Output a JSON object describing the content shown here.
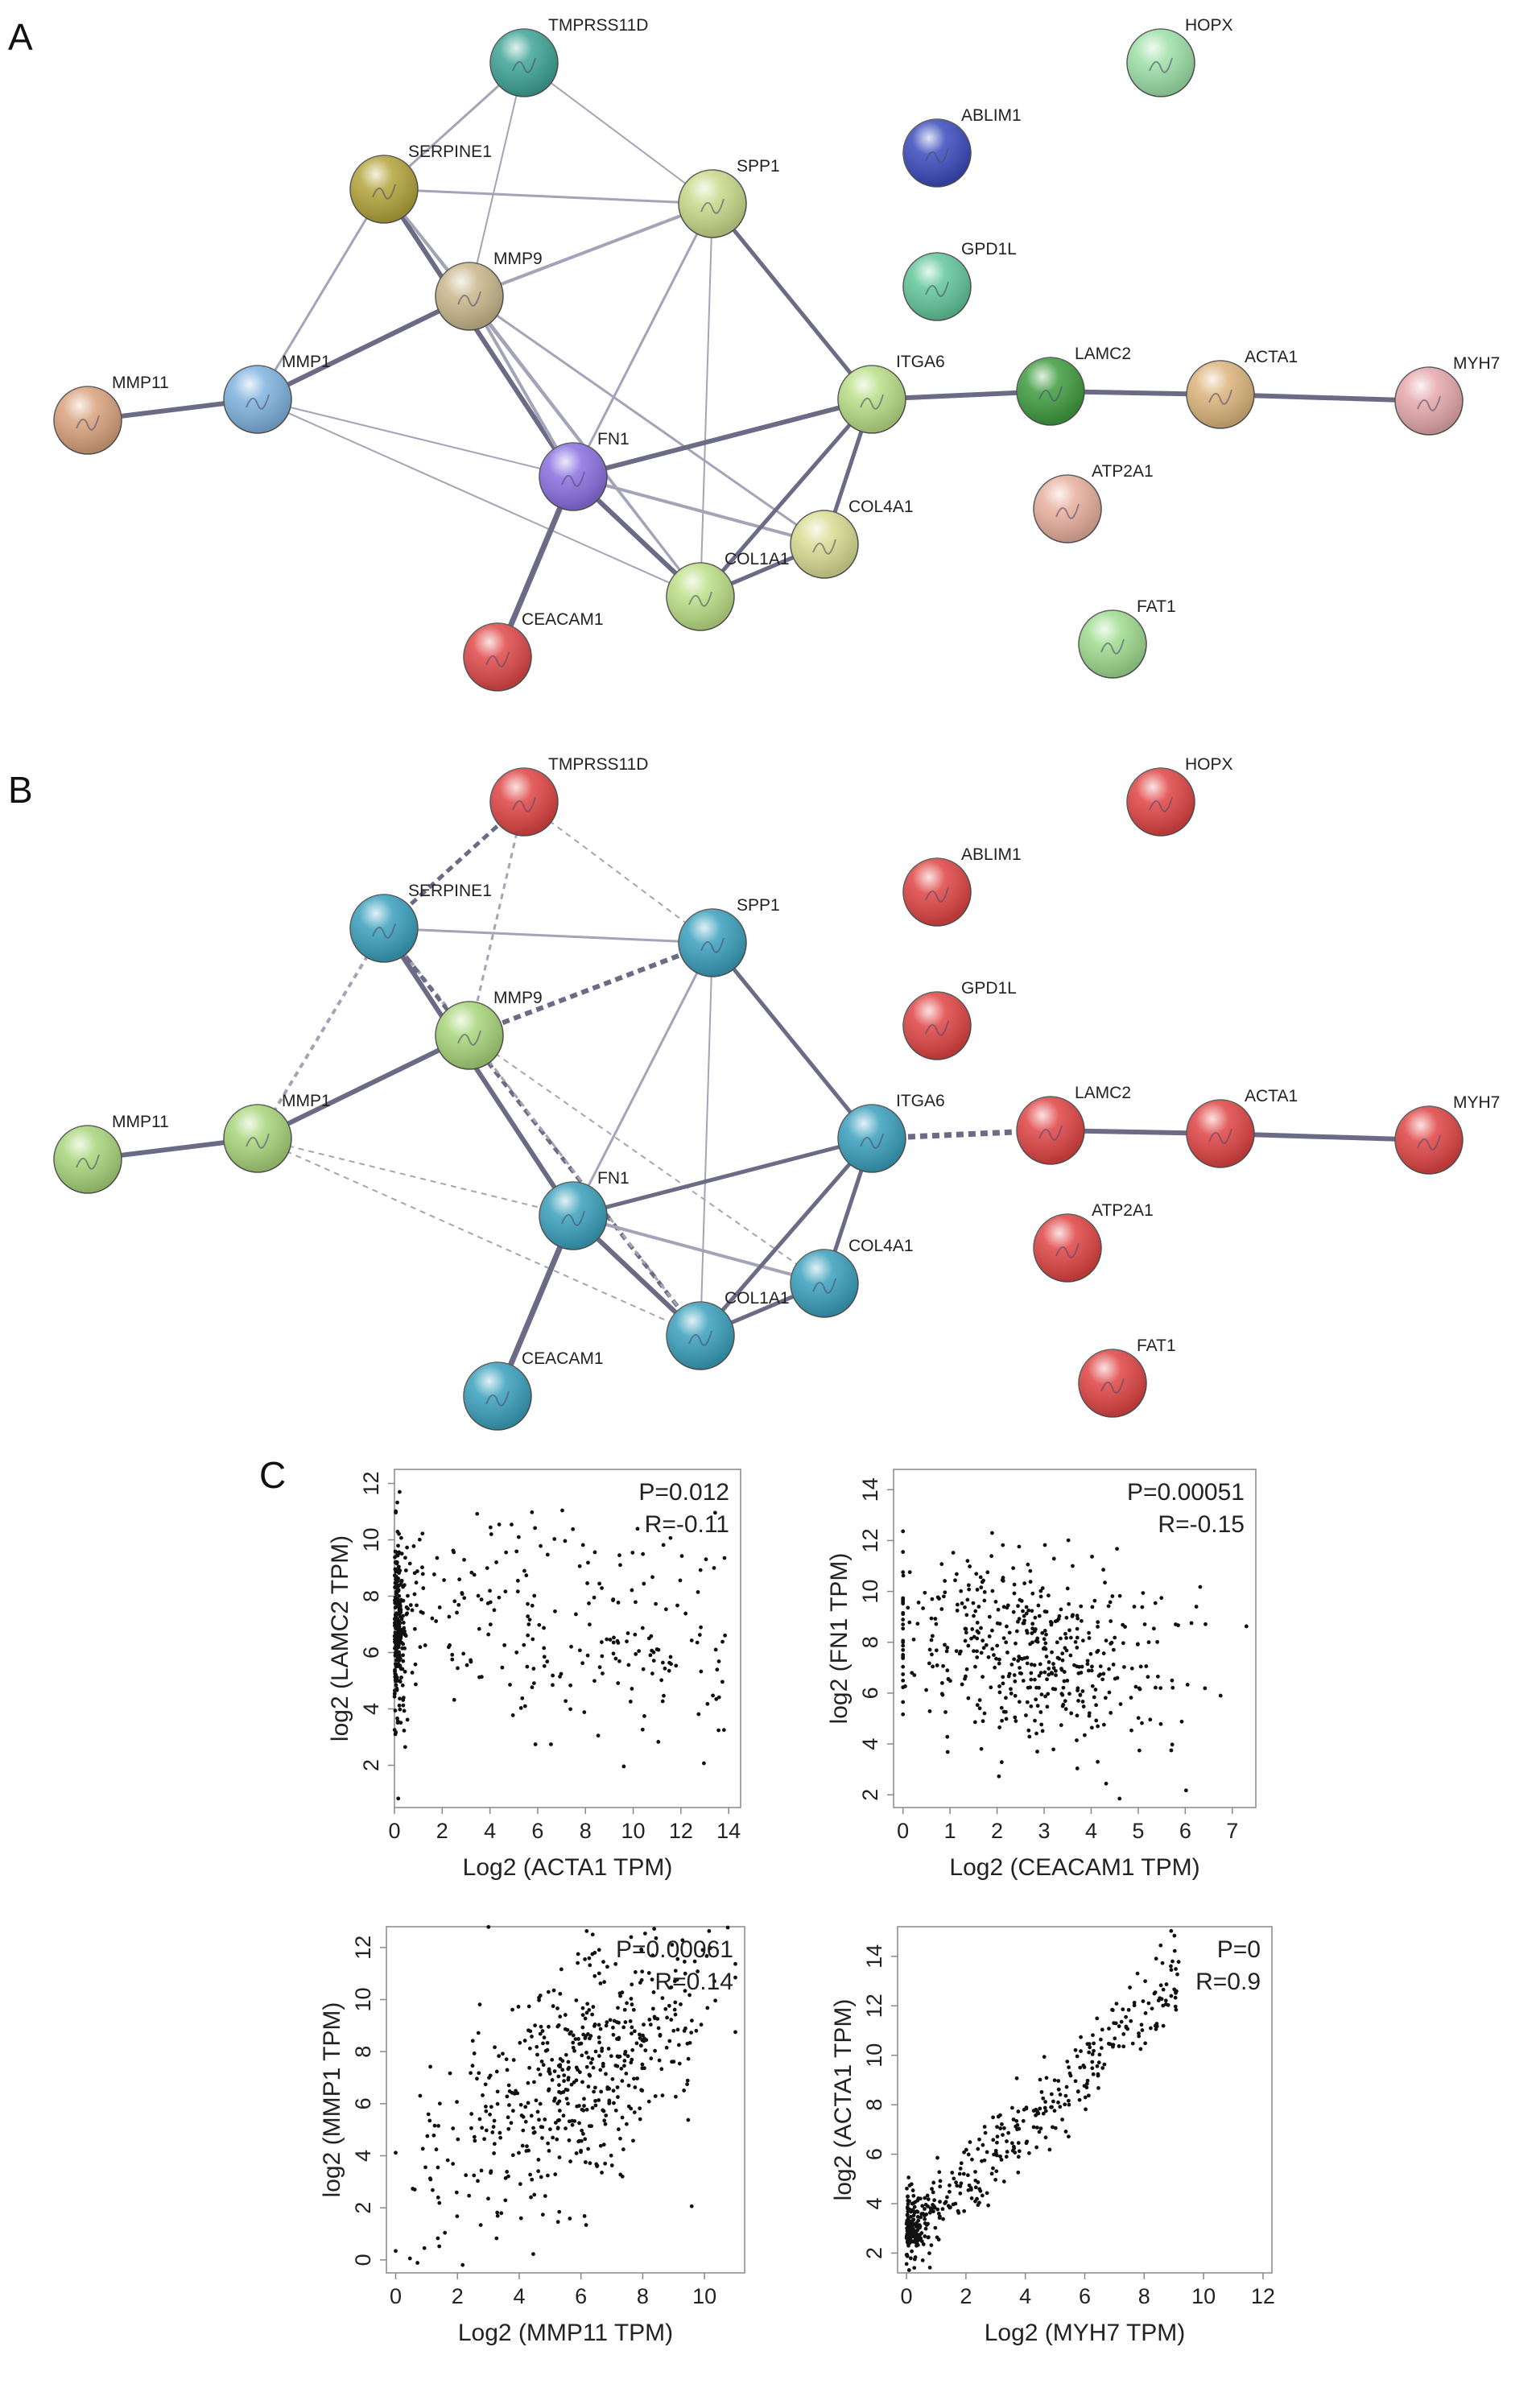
{
  "panels": {
    "a": "A",
    "b": "B",
    "c": "C"
  },
  "network_a": {
    "nodes": [
      {
        "id": "TMPRSS11D",
        "label": "TMPRSS11D",
        "color": "#3ea496"
      },
      {
        "id": "SERPINE1",
        "label": "SERPINE1",
        "color": "#b3a43a"
      },
      {
        "id": "SPP1",
        "label": "SPP1",
        "color": "#c9d98a"
      },
      {
        "id": "MMP9",
        "label": "MMP9",
        "color": "#c9b88c"
      },
      {
        "id": "MMP1",
        "label": "MMP1",
        "color": "#7fb3df"
      },
      {
        "id": "MMP11",
        "label": "MMP11",
        "color": "#d9a27d"
      },
      {
        "id": "FN1",
        "label": "FN1",
        "color": "#8a6fe0"
      },
      {
        "id": "ITGA6",
        "label": "ITGA6",
        "color": "#b8de86"
      },
      {
        "id": "COL4A1",
        "label": "COL4A1",
        "color": "#d9dc92"
      },
      {
        "id": "COL1A1",
        "label": "COL1A1",
        "color": "#bcdf86"
      },
      {
        "id": "CEACAM1",
        "label": "CEACAM1",
        "color": "#e04848"
      },
      {
        "id": "HOPX",
        "label": "HOPX",
        "color": "#9ee0a8"
      },
      {
        "id": "ABLIM1",
        "label": "ABLIM1",
        "color": "#3b4bbd"
      },
      {
        "id": "GPD1L",
        "label": "GPD1L",
        "color": "#62c79b"
      },
      {
        "id": "LAMC2",
        "label": "LAMC2",
        "color": "#3f9c3f"
      },
      {
        "id": "ACTA1",
        "label": "ACTA1",
        "color": "#dcb47c"
      },
      {
        "id": "MYH7",
        "label": "MYH7",
        "color": "#e6a8ac"
      },
      {
        "id": "ATP2A1",
        "label": "ATP2A1",
        "color": "#e8b09e"
      },
      {
        "id": "FAT1",
        "label": "FAT1",
        "color": "#9fdc8f"
      }
    ]
  },
  "network_b": {
    "nodes": [
      {
        "id": "TMPRSS11D",
        "label": "TMPRSS11D",
        "color": "#e04444"
      },
      {
        "id": "SERPINE1",
        "label": "SERPINE1",
        "color": "#3aa0bd"
      },
      {
        "id": "SPP1",
        "label": "SPP1",
        "color": "#3aa0bd"
      },
      {
        "id": "MMP9",
        "label": "MMP9",
        "color": "#a8d57a"
      },
      {
        "id": "MMP1",
        "label": "MMP1",
        "color": "#a8d57a"
      },
      {
        "id": "MMP11",
        "label": "MMP11",
        "color": "#a8d57a"
      },
      {
        "id": "FN1",
        "label": "FN1",
        "color": "#3aa0bd"
      },
      {
        "id": "ITGA6",
        "label": "ITGA6",
        "color": "#3aa0bd"
      },
      {
        "id": "COL4A1",
        "label": "COL4A1",
        "color": "#3aa0bd"
      },
      {
        "id": "COL1A1",
        "label": "COL1A1",
        "color": "#3aa0bd"
      },
      {
        "id": "CEACAM1",
        "label": "CEACAM1",
        "color": "#3aa0bd"
      },
      {
        "id": "HOPX",
        "label": "HOPX",
        "color": "#e04444"
      },
      {
        "id": "ABLIM1",
        "label": "ABLIM1",
        "color": "#e04444"
      },
      {
        "id": "GPD1L",
        "label": "GPD1L",
        "color": "#e04444"
      },
      {
        "id": "LAMC2",
        "label": "LAMC2",
        "color": "#e04444"
      },
      {
        "id": "ACTA1",
        "label": "ACTA1",
        "color": "#e04444"
      },
      {
        "id": "MYH7",
        "label": "MYH7",
        "color": "#e04444"
      },
      {
        "id": "ATP2A1",
        "label": "ATP2A1",
        "color": "#e04444"
      },
      {
        "id": "FAT1",
        "label": "FAT1",
        "color": "#e04444"
      }
    ]
  },
  "chart_data": [
    {
      "type": "scatter",
      "xlabel": "Log2 (ACTA1 TPM)",
      "ylabel": "log2 (LAMC2 TPM)",
      "p": "P=0.012",
      "r": "R=-0.11",
      "xlim": [
        0,
        14.5
      ],
      "ylim": [
        0.5,
        12.5
      ],
      "xticks": [
        0,
        2,
        4,
        6,
        8,
        10,
        12,
        14
      ],
      "yticks": [
        2,
        4,
        6,
        8,
        10,
        12
      ],
      "n_points": 480,
      "correlation": -0.11
    },
    {
      "type": "scatter",
      "xlabel": "Log2 (CEACAM1 TPM)",
      "ylabel": "log2 (FN1 TPM)",
      "p": "P=0.00051",
      "r": "R=-0.15",
      "xlim": [
        -0.2,
        7.5
      ],
      "ylim": [
        1.5,
        14.8
      ],
      "xticks": [
        0,
        1,
        2,
        3,
        4,
        5,
        6,
        7
      ],
      "yticks": [
        2,
        4,
        6,
        8,
        10,
        12,
        14
      ],
      "n_points": 480,
      "correlation": -0.15
    },
    {
      "type": "scatter",
      "xlabel": "Log2 (MMP11 TPM)",
      "ylabel": "log2 (MMP1 TPM)",
      "p": "P=0.00061",
      "r": "R=0.14",
      "xlim": [
        -0.3,
        11.3
      ],
      "ylim": [
        -0.5,
        12.8
      ],
      "xticks": [
        0,
        2,
        4,
        6,
        8,
        10
      ],
      "yticks": [
        0,
        2,
        4,
        6,
        8,
        10,
        12
      ],
      "n_points": 560,
      "correlation": 0.14
    },
    {
      "type": "scatter",
      "xlabel": "Log2 (MYH7 TPM)",
      "ylabel": "log2 (ACTA1 TPM)",
      "p": "P=0",
      "r": "R=0.9",
      "xlim": [
        -0.3,
        12.3
      ],
      "ylim": [
        1.2,
        15.2
      ],
      "xticks": [
        0,
        2,
        4,
        6,
        8,
        10,
        12
      ],
      "yticks": [
        2,
        4,
        6,
        8,
        10,
        12,
        14
      ],
      "n_points": 480,
      "correlation": 0.9
    }
  ]
}
